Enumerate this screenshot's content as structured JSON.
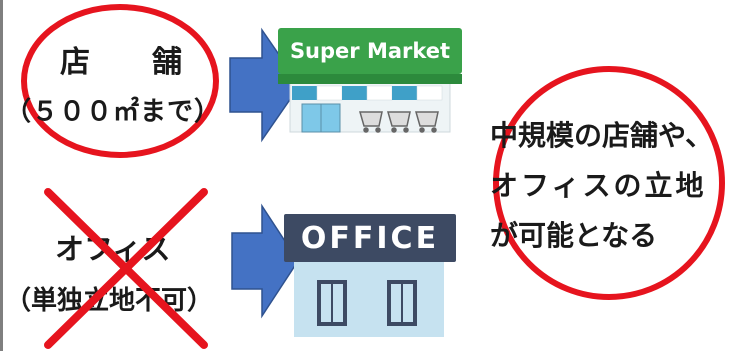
{
  "store": {
    "name": "店　舗",
    "size_note": "（５００㎡まで）",
    "sign_text": "Super Market",
    "mark": "circle-ok-icon"
  },
  "office": {
    "name": "オフィス",
    "note": "（単独立地不可）",
    "sign_text": "OFFICE",
    "mark": "cross-ng-icon"
  },
  "result": {
    "lines": [
      "中規模の店舗や、",
      "オフィスの立地",
      "が可能となる"
    ],
    "mark": "circle-ok-icon"
  },
  "colors": {
    "accent_red": "#e6141e",
    "arrow_blue": "#4472c4",
    "store_green": "#3aa24a",
    "office_navy": "#3d4a63"
  }
}
